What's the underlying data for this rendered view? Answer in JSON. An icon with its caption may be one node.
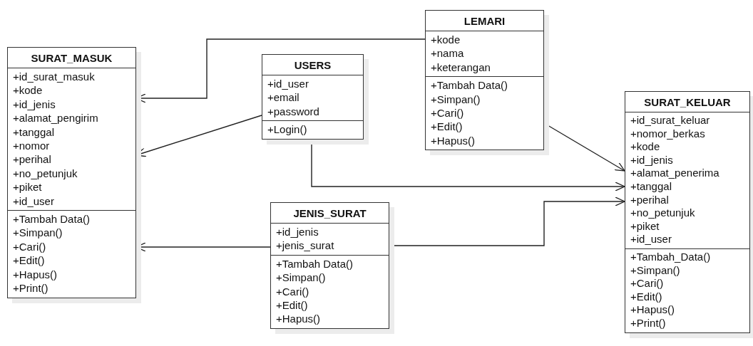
{
  "diagram": {
    "nodes": [
      {
        "text": [
          "SURAT_MASUK",
          "+id_surat_masuk",
          "+kode",
          "+id_jenis",
          "+alamat_pengirim",
          "+tanggal",
          "+nomor",
          "+perihal",
          "+no_petunjuk",
          "+piket",
          "+id_user",
          "+Tambah Data()",
          "+Simpan()",
          "+Cari()",
          "+Edit()",
          "+Hapus()",
          "+Print()"
        ]
      },
      {
        "text": [
          "USERS",
          "+id_user",
          "+email",
          "+password",
          "+Login()"
        ]
      },
      {
        "text": [
          "LEMARI",
          "+kode",
          "+nama",
          "+keterangan",
          "+Tambah Data()",
          "+Simpan()",
          "+Cari()",
          "+Edit()",
          "+Hapus()"
        ]
      },
      {
        "text": [
          "JENIS_SURAT",
          "+id_jenis",
          "+jenis_surat",
          "+Tambah Data()",
          "+Simpan()",
          "+Cari()",
          "+Edit()",
          "+Hapus()"
        ]
      },
      {
        "text": [
          "SURAT_KELUAR",
          "+id_surat_keluar",
          "+nomor_berkas",
          "+kode",
          "+id_jenis",
          "+alamat_penerima",
          "+tanggal",
          "+perihal",
          "+no_petunjuk",
          "+piket",
          "+id_user",
          "+Tambah_Data()",
          "+Simpan()",
          "+Cari()",
          "+Edit()",
          "+Hapus()",
          "+Print()"
        ]
      }
    ],
    "edges": [
      {
        "from": 2,
        "to": 0,
        "arrow": "to"
      },
      {
        "from": 1,
        "to": 0,
        "arrow": "to"
      },
      {
        "from": 3,
        "to": 0,
        "arrow": "to"
      },
      {
        "from": 2,
        "to": 4,
        "arrow": "to"
      },
      {
        "from": 1,
        "to": 4,
        "arrow": "to"
      },
      {
        "from": 3,
        "to": 4,
        "arrow": "to"
      }
    ]
  }
}
